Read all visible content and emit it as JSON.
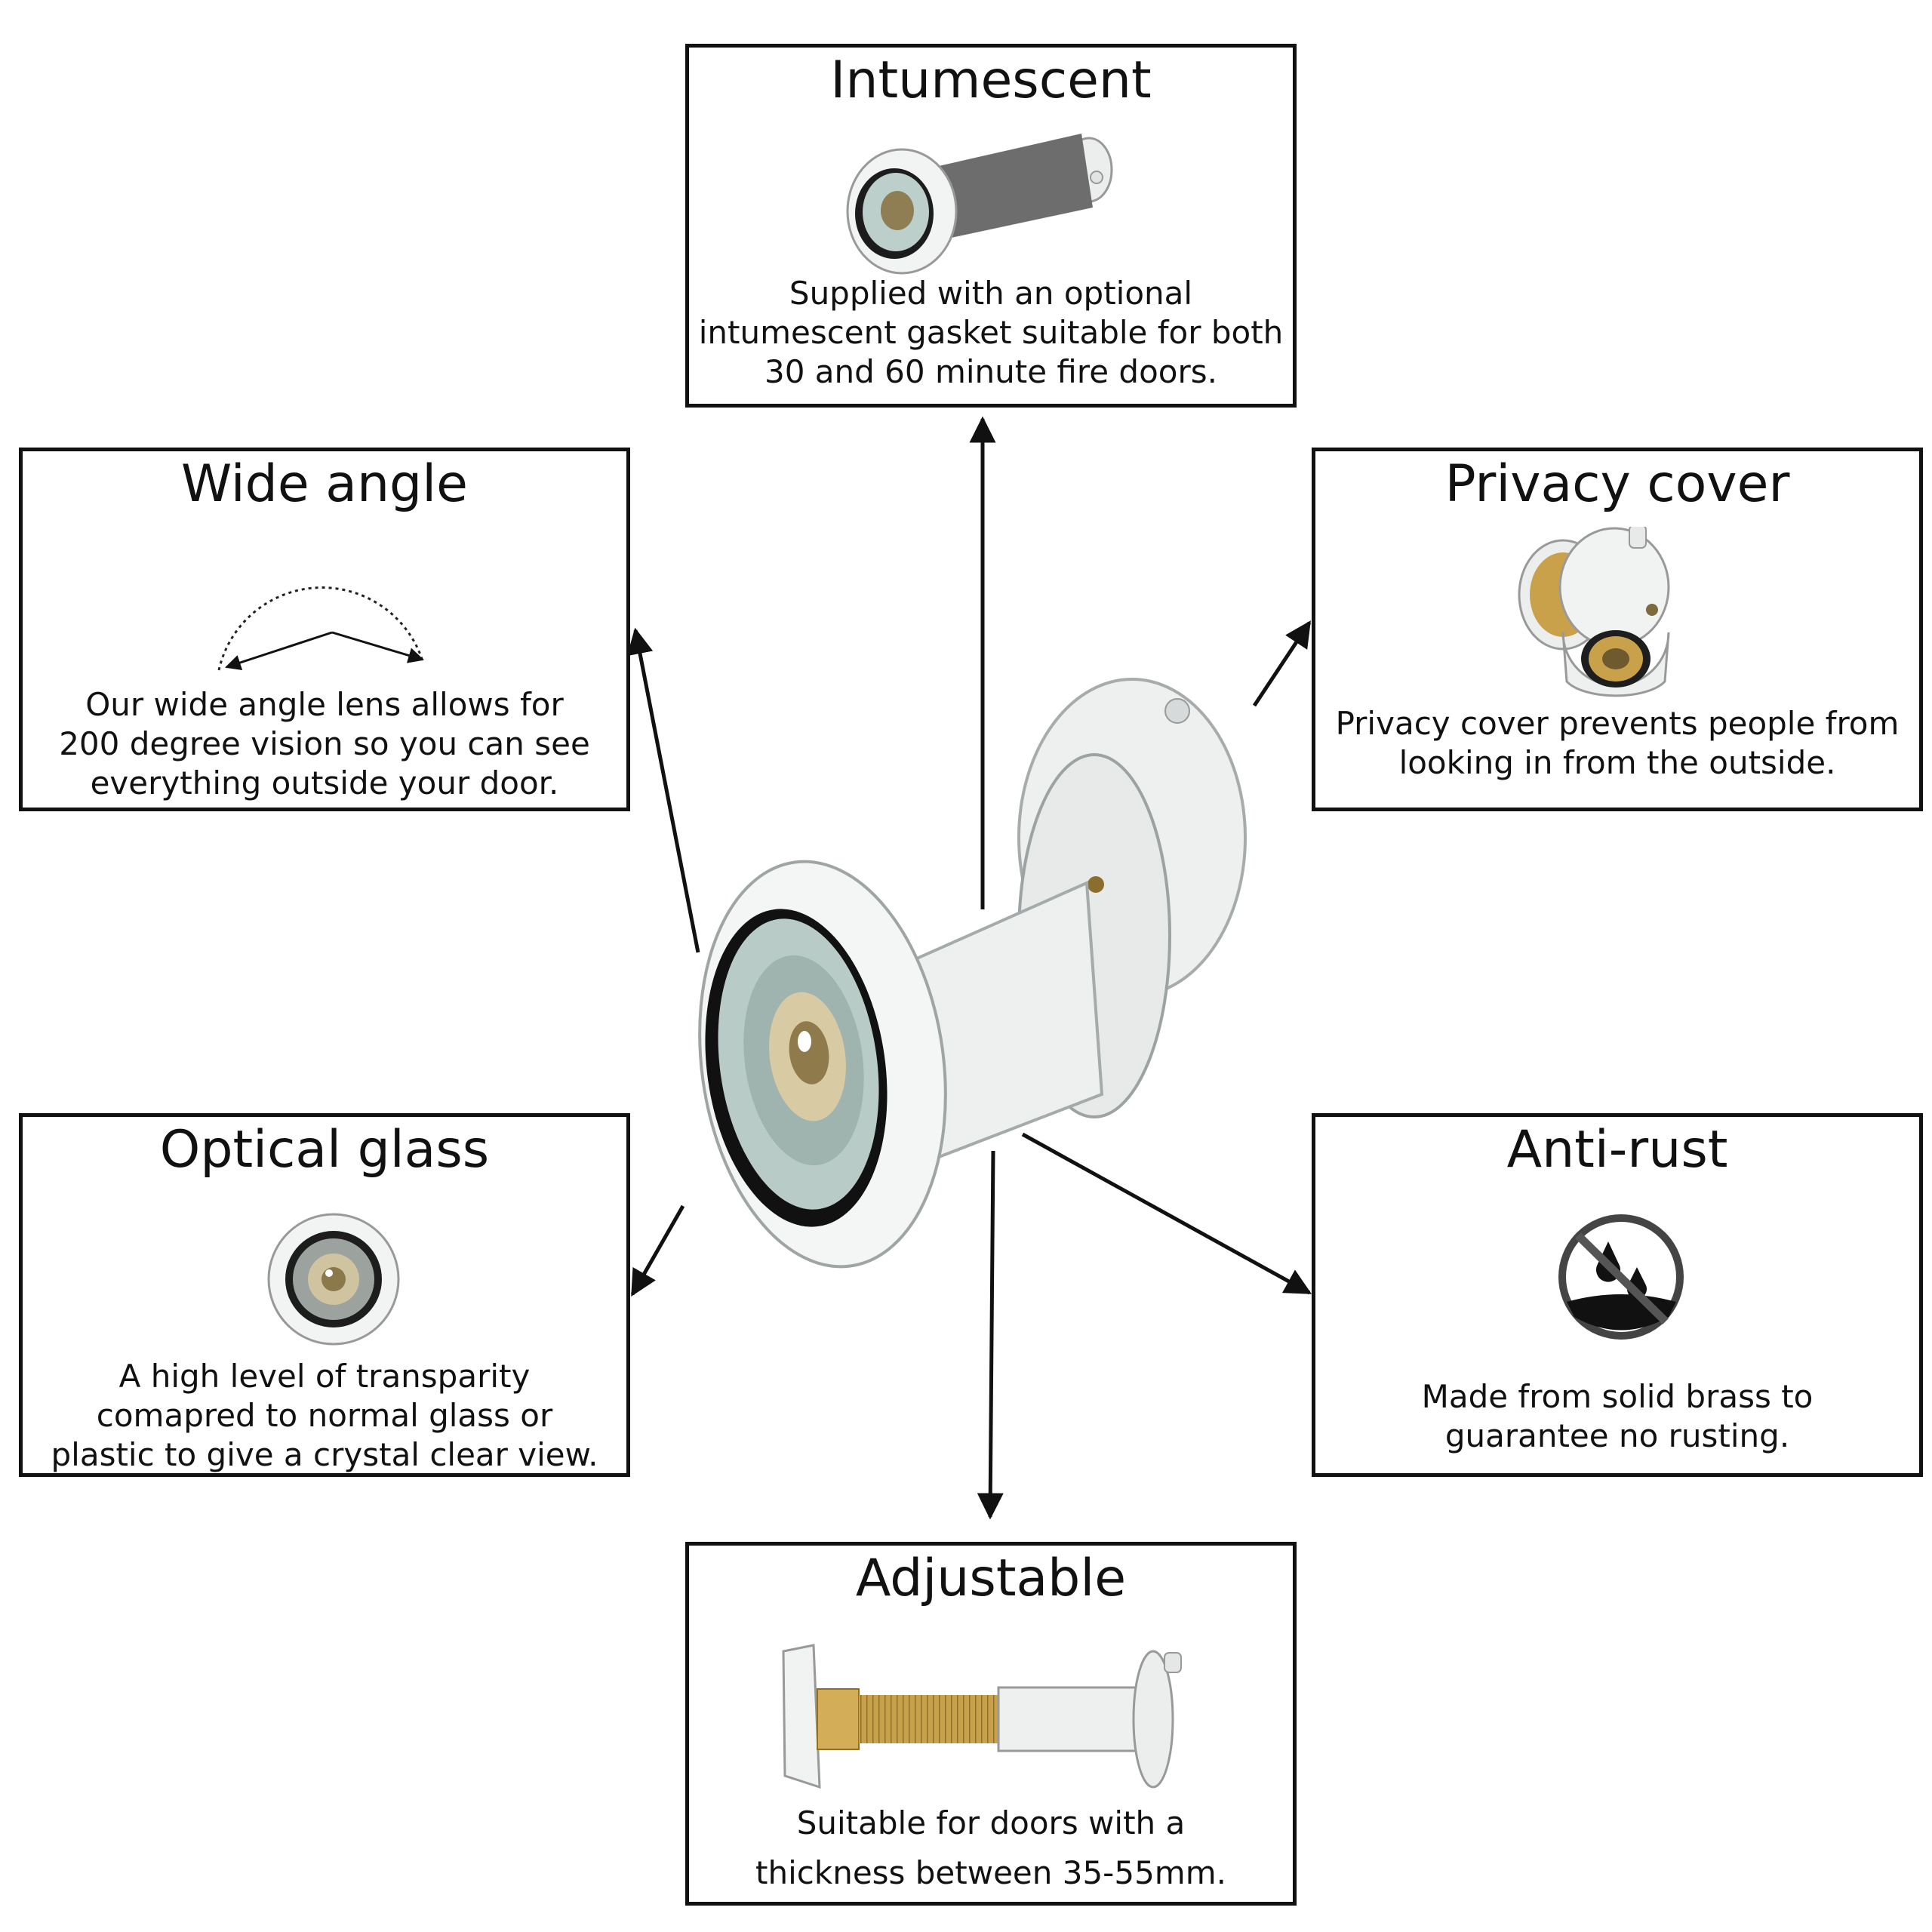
{
  "features": {
    "intumescent": {
      "title": "Intumescent",
      "text": "Supplied with an optional intumescent gasket suitable for both 30 and 60 minute fire doors."
    },
    "wide_angle": {
      "title": "Wide angle",
      "text": "Our wide angle lens allows for 200 degree vision so you can see everything outside your door."
    },
    "privacy_cover": {
      "title": "Privacy cover",
      "text": "Privacy cover prevents people from looking in from the outside."
    },
    "optical_glass": {
      "title": "Optical glass",
      "text": "A high level of transparity comapred to normal glass or plastic to give a crystal clear view."
    },
    "anti_rust": {
      "title": "Anti-rust",
      "text": "Made from solid brass to guarantee no rusting."
    },
    "adjustable": {
      "title": "Adjustable",
      "text": "Suitable for doors with a thickness between 35-55mm."
    }
  },
  "colors": {
    "border": "#111111",
    "white_metal": "#f2f4f4",
    "brass": "#c9a14a",
    "lens_tint": "#b9cbc6",
    "gasket_grey": "#6d6d6d"
  },
  "icons": [
    "peephole-product",
    "intumescent-gasket-icon",
    "wide-angle-arc-icon",
    "privacy-cover-icon",
    "lens-icon",
    "no-rust-icon",
    "adjustable-thread-icon"
  ]
}
